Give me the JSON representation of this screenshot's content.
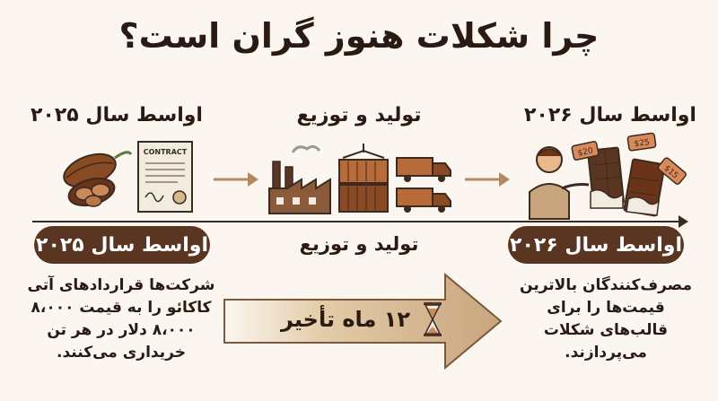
{
  "title": "چرا شکلات هنوز گران است؟",
  "columns": {
    "left": {
      "heading": "اواسط سال ۲۰۲۵"
    },
    "middle": {
      "heading": "تولید و توزیع"
    },
    "right": {
      "heading": "اواسط سال ۲۰۲۶"
    }
  },
  "icons": {
    "contract_label": "CONTRACT",
    "price_tags": [
      "$20",
      "$25",
      "$15"
    ]
  },
  "timeline": {
    "left_pill": "اواسط سال ۲۰۲۵",
    "middle_label": "تولید و توزیع",
    "right_pill": "اواسط سال ۲۰۲۶"
  },
  "left_text": [
    "شرکت‌ها قراردادهای آتی",
    "کاکائو را به قیمت ۸،۰۰۰",
    "۸،۰۰۰ دلار در هر تن",
    "خریداری می‌کنند."
  ],
  "right_text": [
    "مصرف‌کنندگان بالاترین",
    "قیمت‌ها را برای",
    "قالب‌های شکلات",
    "می‌پردازند."
  ],
  "delay": {
    "label": "۱۲ ماه تأخیر"
  },
  "colors": {
    "brown_dark": "#5a3522",
    "arrow_fill": "#c9a57e",
    "background": "#fbf7f0"
  }
}
